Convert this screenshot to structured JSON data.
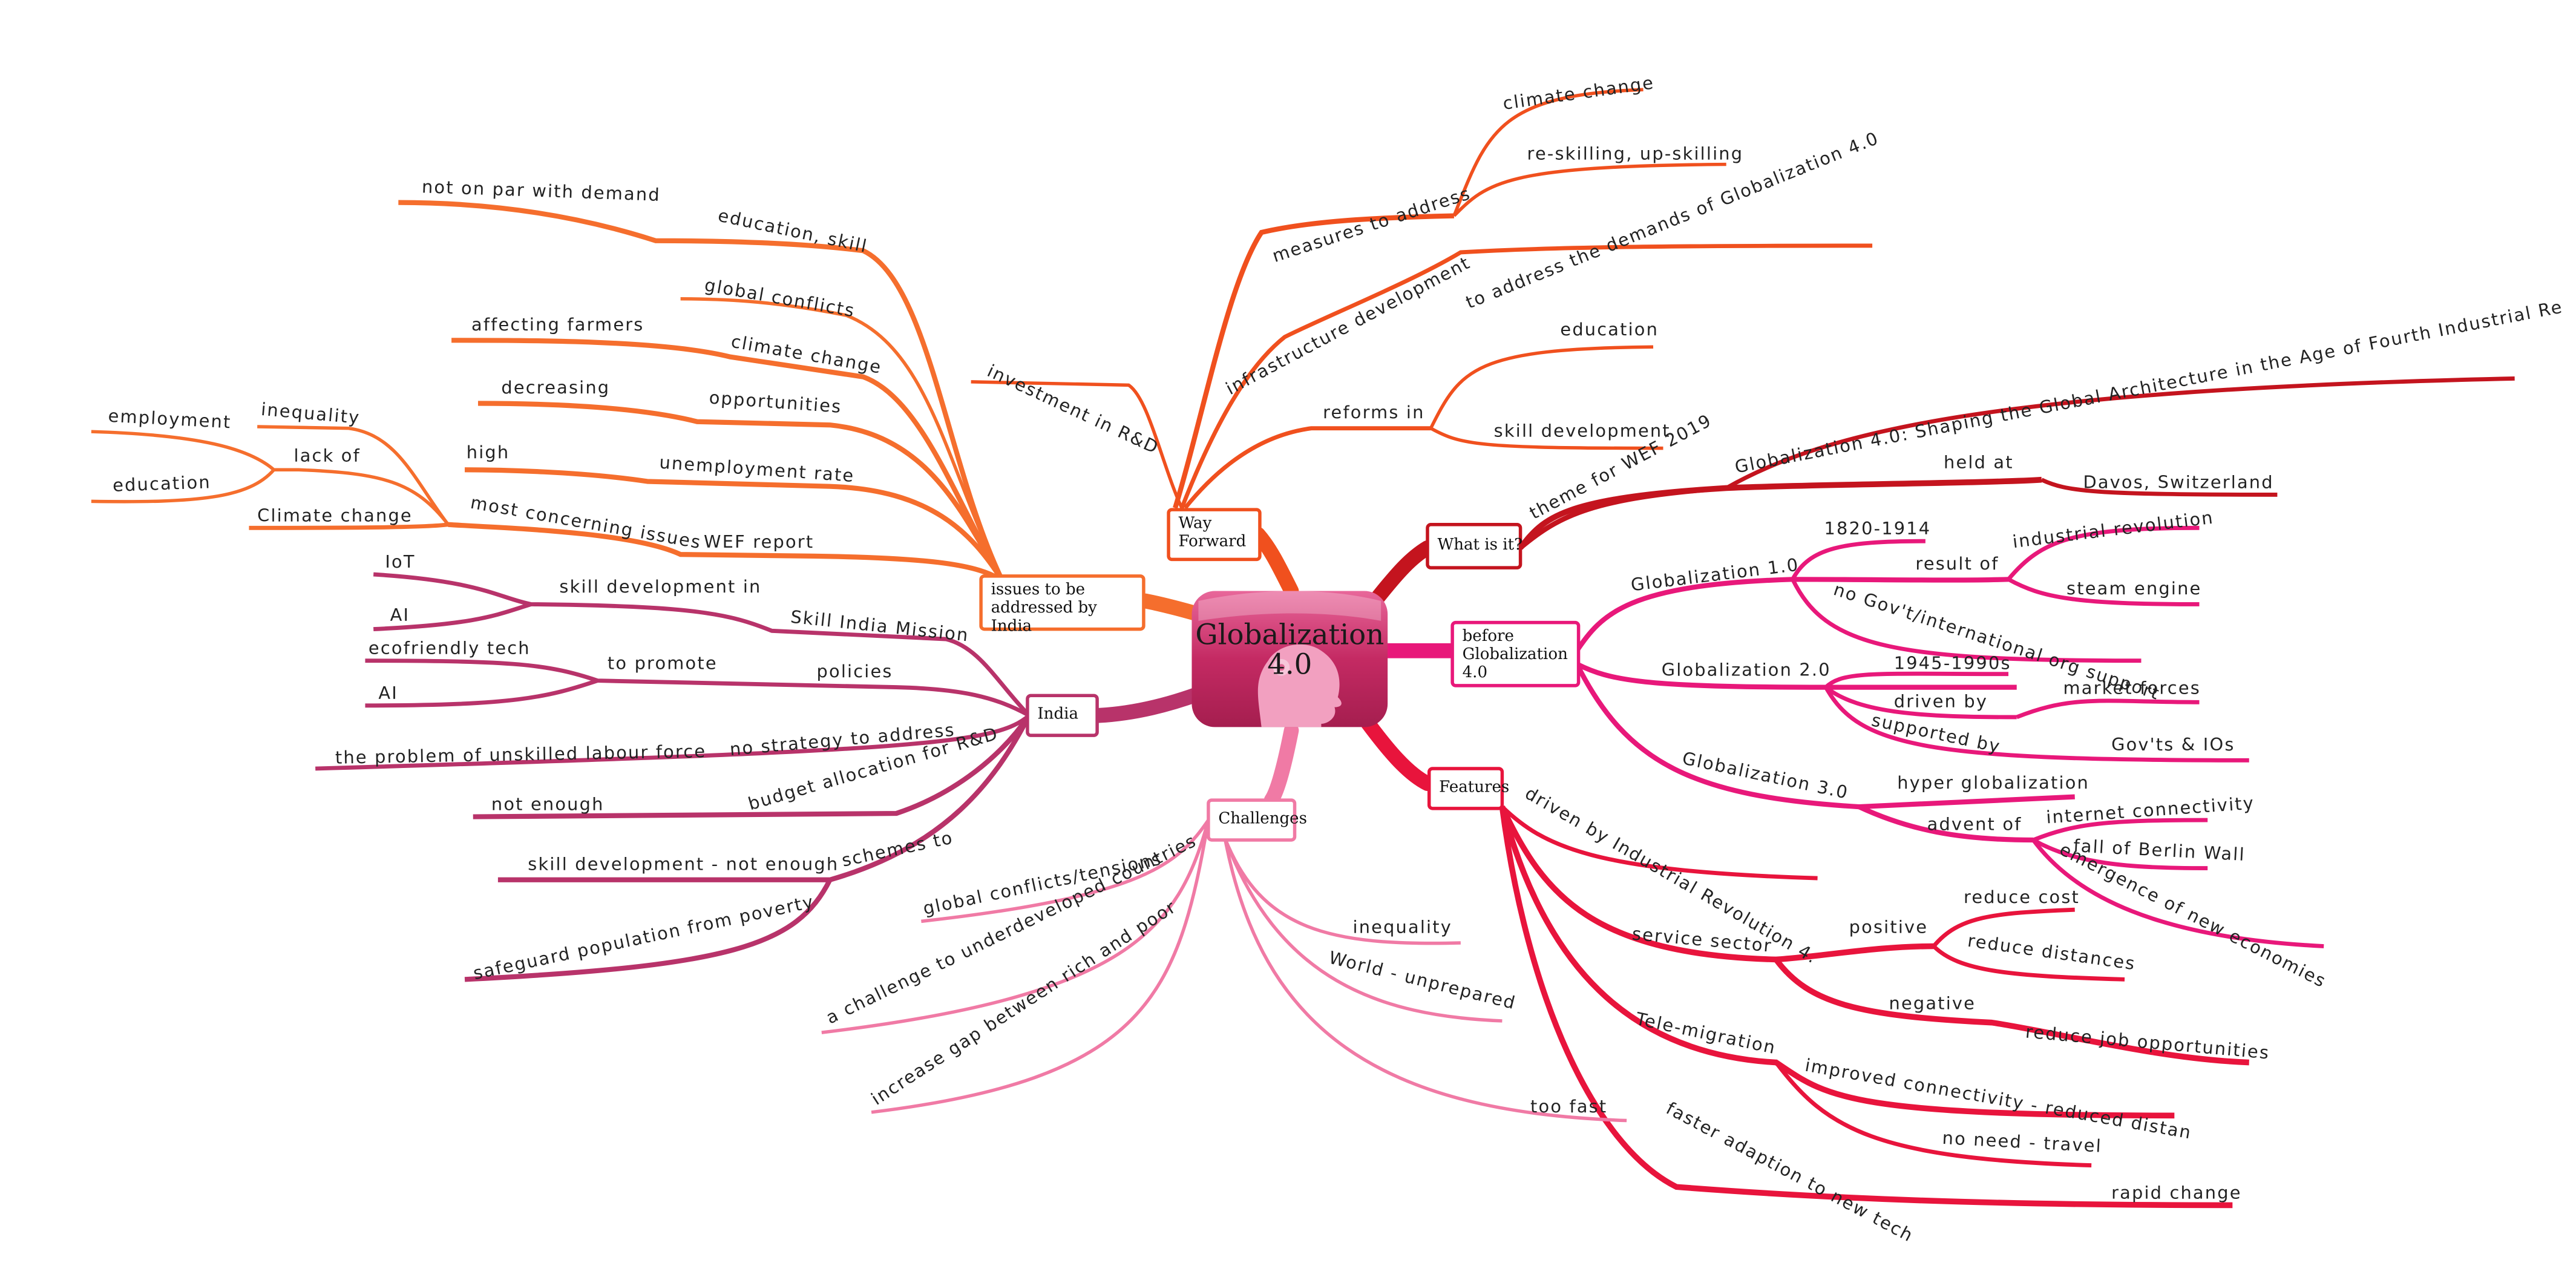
{
  "central": {
    "title": "Globalization 4.0"
  },
  "colors": {
    "way_forward": "#f0501e",
    "issues": "#f56e2d",
    "india": "#b8336a",
    "what_is_it": "#c4141e",
    "before": "#e8187a",
    "features": "#e8143c",
    "challenges": "#f07aa5",
    "central_fill": "#d2366e"
  },
  "branches": {
    "way_forward": {
      "label": "Way Forward",
      "children": {
        "investment": "investment in R&D",
        "measures": "measures to address",
        "climate": "climate change",
        "reskilling": "re-skilling, up-skilling",
        "infra": "infrastructure development",
        "demands": "to address the demands of Globalization 4.0",
        "reforms": "reforms in",
        "education": "education",
        "skill": "skill development"
      }
    },
    "issues": {
      "label": "issues to be addressed by India",
      "children": {
        "edu_skill": "education, skill",
        "not_par": "not on par with demand",
        "global_conflicts": "global conflicts",
        "climate": "climate change",
        "affecting": "affecting farmers",
        "opportunities": "opportunities",
        "decreasing": "decreasing",
        "unemployment": "unemployment rate",
        "high": "high",
        "wef_report": "WEF report",
        "most_concerning": "most concerning issues",
        "inequality": "inequality",
        "lack_of": "lack of",
        "employment": "employment",
        "education": "education",
        "climate2": "Climate change"
      }
    },
    "india": {
      "label": "India",
      "children": {
        "skill_india": "Skill India Mission",
        "skill_dev_in": "skill development in",
        "iot": "IoT",
        "ai1": "AI",
        "policies": "policies",
        "to_promote": "to promote",
        "eco": "ecofriendly tech",
        "ai2": "AI",
        "no_strategy": "no strategy to address",
        "unskilled": "the problem of unskilled labour force",
        "budget": "budget allocation for R&D",
        "not_enough": "not enough",
        "schemes": "schemes to",
        "skill_not_enough": "skill development - not enough",
        "safeguard": "safeguard population from poverty"
      }
    },
    "what_is_it": {
      "label": "What is it?",
      "children": {
        "theme": "theme for WEF 2019",
        "full_title": "Globalization 4.0: Shaping the Global Architecture in the Age of Fourth Industrial Re",
        "held_at": "held at",
        "davos": "Davos, Switzerland"
      }
    },
    "before": {
      "label": "before Globalization 4.0",
      "children": {
        "g1": "Globalization 1.0",
        "y1": "1820-1914",
        "result_of": "result of",
        "ind_rev": "industrial revolution",
        "steam": "steam engine",
        "no_gov": "no Gov't/international org support",
        "g2": "Globalization 2.0",
        "y2": "1945-1990s",
        "driven_by": "driven by",
        "market": "market forces",
        "supported": "supported by",
        "govts": "Gov'ts & IOs",
        "g3": "Globalization 3.0",
        "hyper": "hyper globalization",
        "advent": "advent of",
        "internet": "internet connectivity",
        "berlin": "fall of Berlin Wall",
        "emergence": "emergence of new economies"
      }
    },
    "features": {
      "label": "Features",
      "children": {
        "driven_ir": "driven by Industrial Revolution 4.",
        "service": "service sector",
        "positive": "positive",
        "reduce_cost": "reduce cost",
        "reduce_dist": "reduce distances",
        "negative": "negative",
        "reduce_job": "reduce job opportunities",
        "tele": "Tele-migration",
        "improved": "improved connectivity - reduced distan",
        "no_need": "no need - travel",
        "faster": "faster adaption to new tech",
        "rapid": "rapid change"
      }
    },
    "challenges": {
      "label": "Challenges",
      "children": {
        "conflicts": "global conflicts/tensions",
        "underdeveloped": "a challenge to underdeveloped countries",
        "gap": "increase gap between rich and poor",
        "inequality": "inequality",
        "world": "World - unprepared",
        "too_fast": "too fast"
      }
    }
  }
}
